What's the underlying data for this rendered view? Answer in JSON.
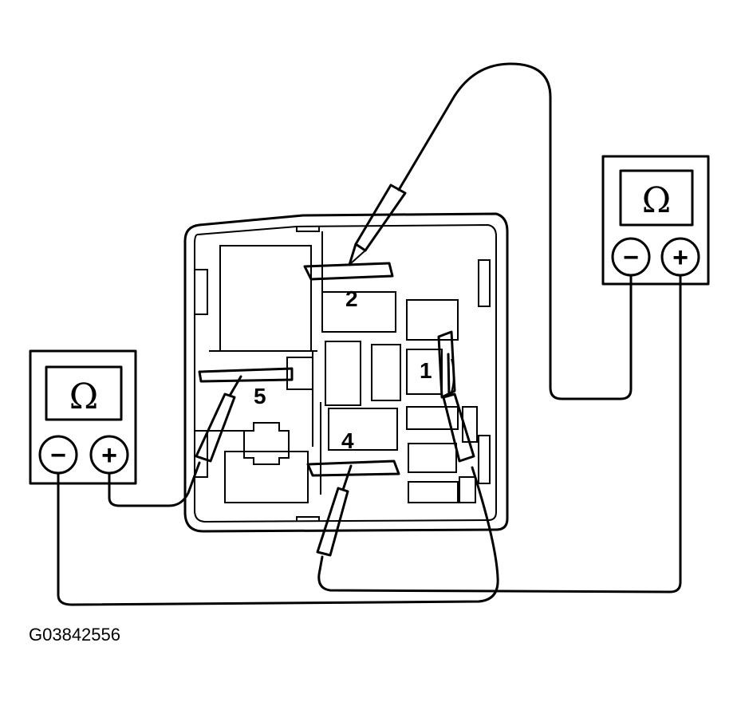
{
  "figure_code": "G03842556",
  "pins": {
    "pin1": "1",
    "pin2": "2",
    "pin4": "4",
    "pin5": "5"
  },
  "meters": {
    "left": {
      "symbol": "Ω",
      "negative": "−",
      "positive": "+"
    },
    "right": {
      "symbol": "Ω",
      "negative": "−",
      "positive": "+"
    }
  },
  "colors": {
    "ink": "#000000",
    "background": "#ffffff",
    "shade": "#dddddd"
  }
}
